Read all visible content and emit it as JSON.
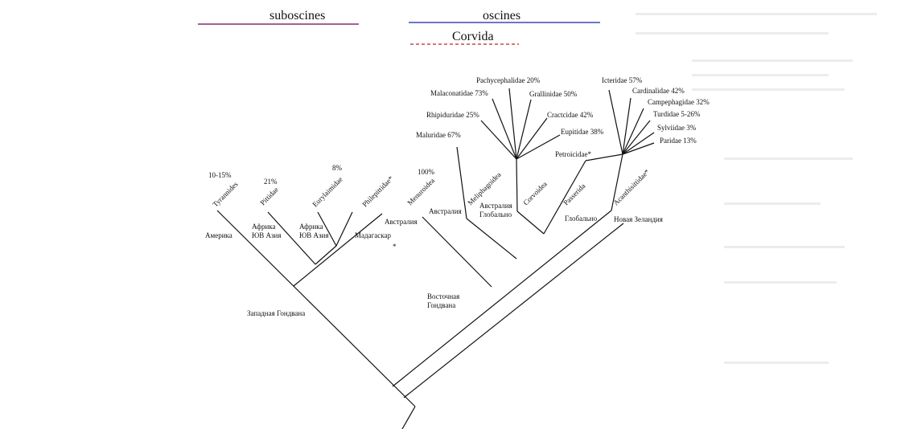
{
  "headers": {
    "suboscines": "suboscines",
    "oscines": "oscines",
    "corvida": "Corvida"
  },
  "colors": {
    "suboscines_rule": "#8a2a6a",
    "oscines_rule": "#3a4ab0",
    "corvida_rule": "#c02020",
    "tree_lines": "#111111"
  },
  "base_taxa": [
    {
      "name": "Tyrannides",
      "pct": "10-15%"
    },
    {
      "name": "Pittidae",
      "pct": "21%"
    },
    {
      "name": "Eurylaimidae",
      "pct": "8%"
    },
    {
      "name": "Philepittidae*",
      "pct": ""
    },
    {
      "name": "Menuroidea",
      "pct": "100%"
    },
    {
      "name": "Meliphagoidea",
      "pct": ""
    },
    {
      "name": "Corvoidea",
      "pct": ""
    },
    {
      "name": "Passerida",
      "pct": ""
    },
    {
      "name": "Acanthisittidae*",
      "pct": ""
    }
  ],
  "regions": {
    "amerika": "Америка",
    "afrika_1": "Африка",
    "yuv_azia_1": "ЮВ Азия",
    "afrika_2": "Африка",
    "yuv_azia_2": "ЮВ Азия",
    "madagaskar": "Мадагаскар",
    "madagaskar_star": "*",
    "avstralia_1": "Австралия",
    "avstralia_2": "Австралия",
    "avstralia_3": "Австралия",
    "globalno_1": "Глобально",
    "globalno_2": "Глобально",
    "novaya_zelandia": "Новая Зеландия",
    "zapadnaya_gondvana": "Западная Гондвана",
    "vostochnaya": "Восточная",
    "gondvana": "Гондвана"
  },
  "corvoid_families": [
    "Maluridae 67%",
    "Rhipiduridae 25%",
    "Malaconatidae 73%",
    "Pachycephalidae 20%",
    "Grallinidae 50%",
    "Cractcidae 42%",
    "Eupitidae 38%",
    "Petroicidae*"
  ],
  "passerida_families": [
    "Icteridae 57%",
    "Cardinalidae 42%",
    "Campephagidae 32%",
    "Turdidae 5-26%",
    "Sylviidae 3%",
    "Paridae 13%"
  ]
}
